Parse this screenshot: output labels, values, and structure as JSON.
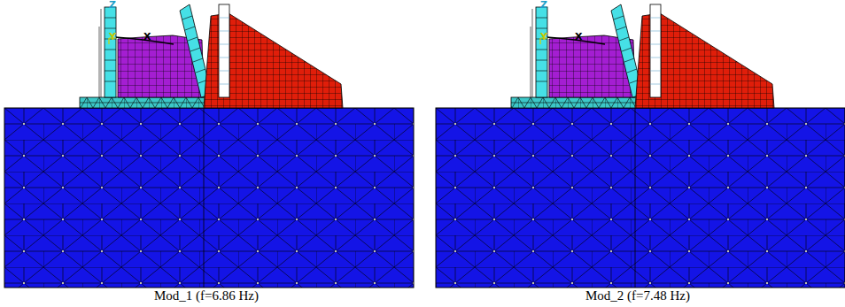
{
  "diagram": {
    "labels": [
      "Z",
      "Y",
      "X",
      "Mod_1 (f=6.86 Hz)",
      "Z",
      "Y",
      "X",
      "Mod_2 (f=7.48 Hz)"
    ]
  }
}
